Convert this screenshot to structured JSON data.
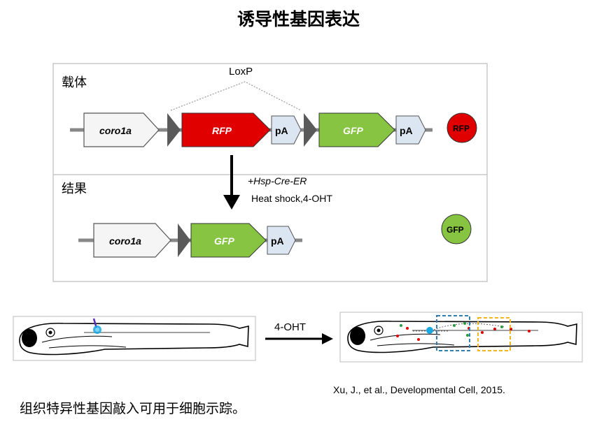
{
  "title": "诱导性基因表达",
  "top_panel": {
    "vector_label": "载体",
    "result_label": "结果",
    "loxp_label": "LoxP",
    "vector_genes": [
      "coro1a",
      "RFP",
      "pA",
      "GFP",
      "pA"
    ],
    "vector_marker": "RFP",
    "result_genes": [
      "coro1a",
      "GFP",
      "pA"
    ],
    "result_marker": "GFP",
    "arrow_label_line1": "+Hsp-Cre-ER",
    "arrow_label_line2": "Heat shock,4-OHT"
  },
  "bottom_panel": {
    "arrow_label": "4-OHT"
  },
  "citation": "Xu, J., et al., Developmental Cell, 2015.",
  "caption": "组织特异性基因敲入可用于细胞示踪。",
  "colors": {
    "rfp": "#e00000",
    "gfp": "#86c441",
    "coro1a": "#f5f5f5",
    "pa": "#dce6f2",
    "loxp": "#5a5a5a",
    "cyan_cell": "#16a8e0",
    "blue_box": "#2f7fb1",
    "yellow_box": "#f5b523"
  }
}
